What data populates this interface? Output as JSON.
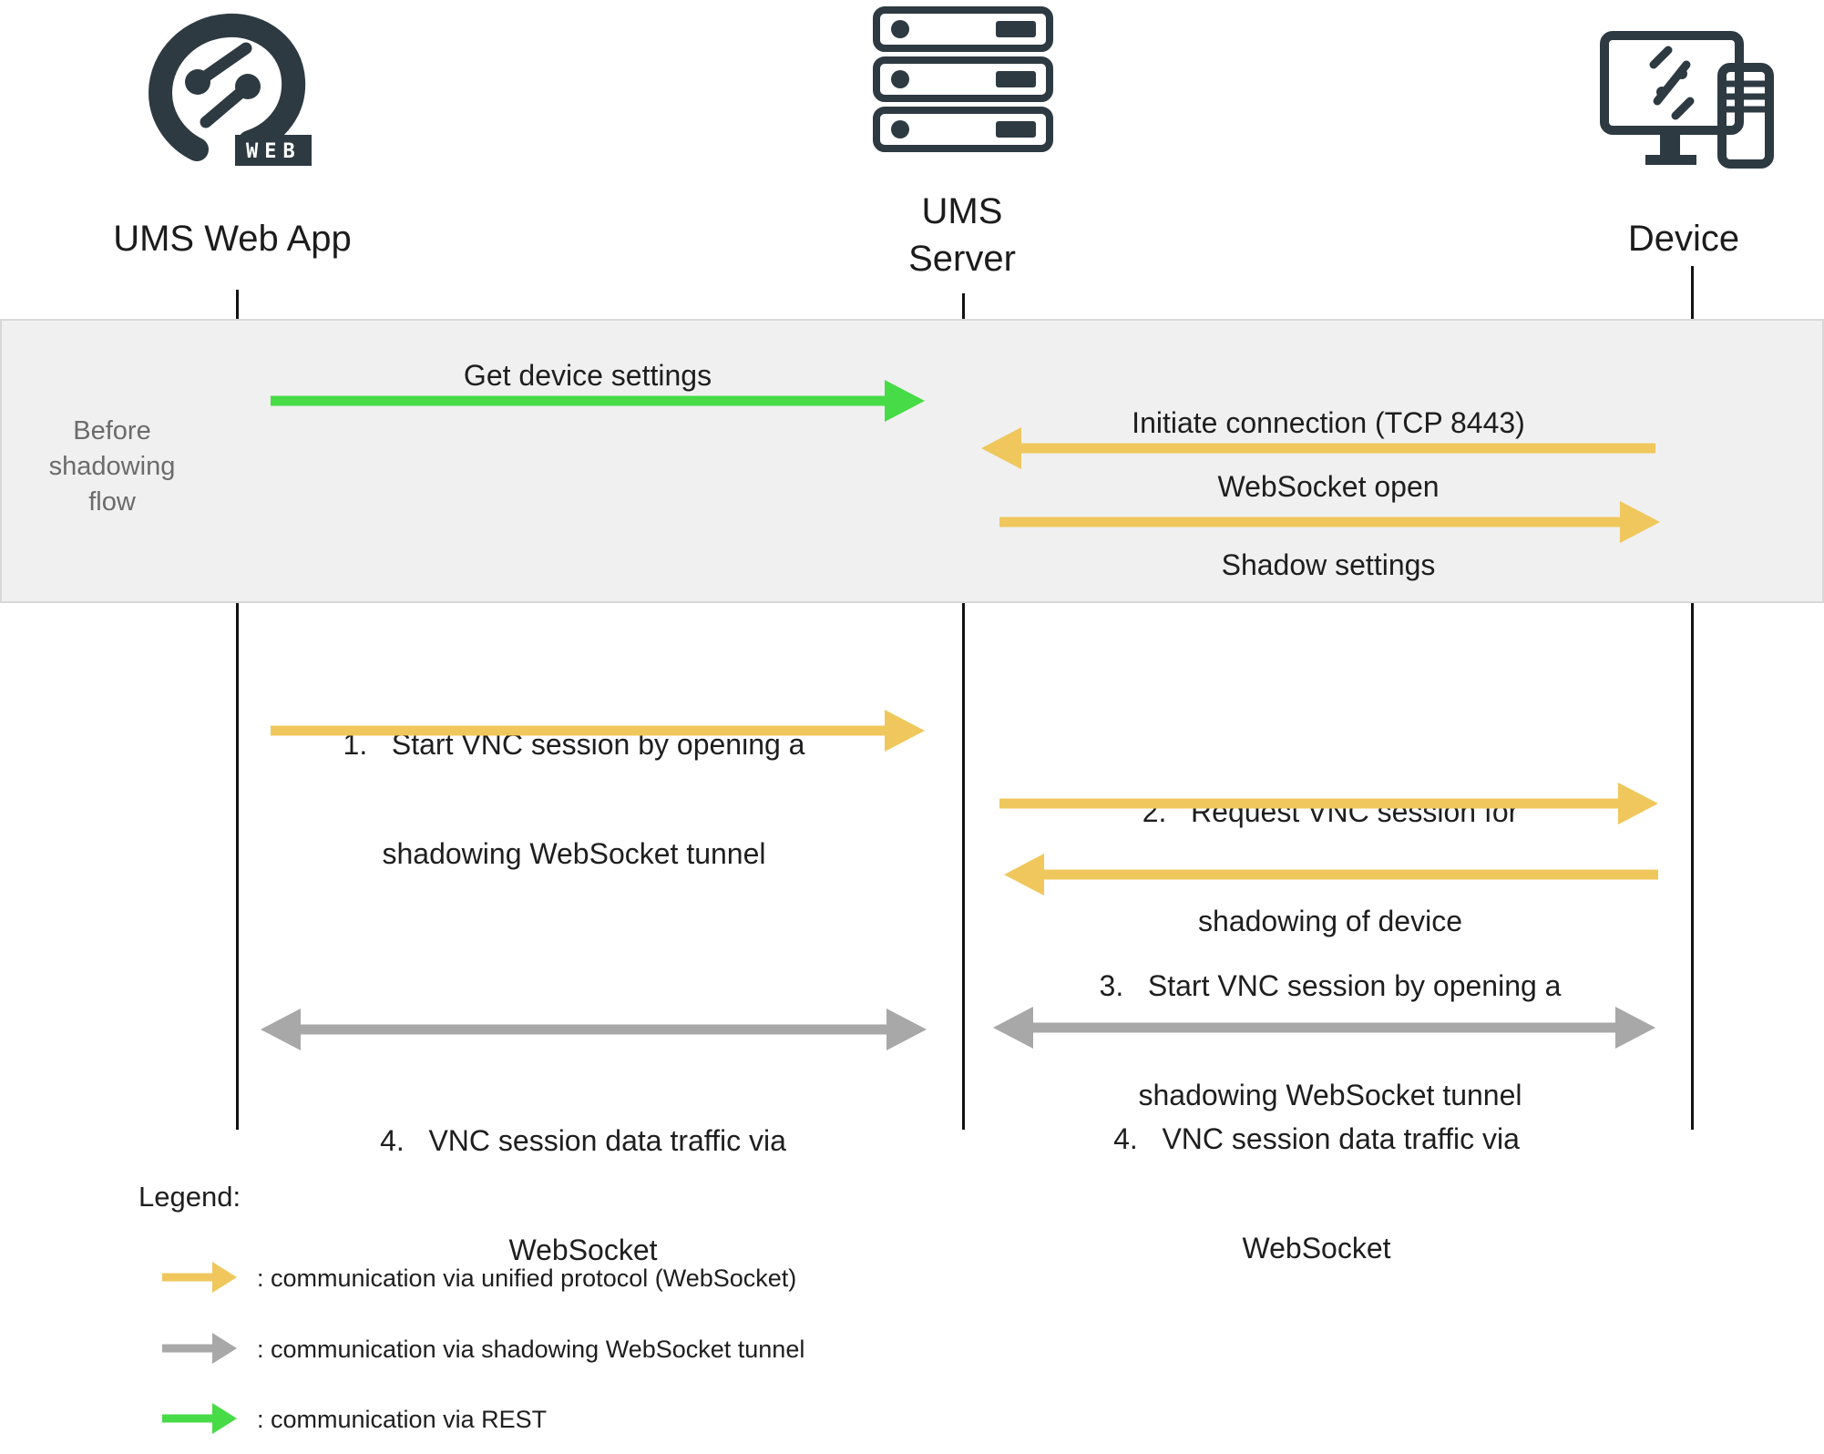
{
  "actors": {
    "web_app": {
      "label": "UMS Web App",
      "badge": "WEB"
    },
    "server": {
      "label_line1": "UMS",
      "label_line2": "Server"
    },
    "device": {
      "label": "Device"
    }
  },
  "band": {
    "label_line1": "Before",
    "label_line2": "shadowing",
    "label_line3": "flow"
  },
  "messages": {
    "get_device_settings": "Get device settings",
    "initiate_connection": "Initiate connection (TCP 8443)",
    "websocket_open": "WebSocket open",
    "shadow_settings": "Shadow settings",
    "m1_line1": "1.   Start VNC session by opening a",
    "m1_line2": "shadowing WebSocket tunnel",
    "m2_line1": "2.   Request VNC session for",
    "m2_line2": "shadowing of device",
    "m3_line1": "3.   Start VNC session by opening a",
    "m3_line2": "shadowing WebSocket tunnel",
    "m4_line1": "4.   VNC session data traffic via",
    "m4_line2": "WebSocket"
  },
  "legend": {
    "title": "Legend:",
    "items": [
      {
        "name": "unified-protocol",
        "label": ": communication via unified protocol (WebSocket)"
      },
      {
        "name": "shadowing-tunnel",
        "label": ": communication via shadowing WebSocket tunnel"
      },
      {
        "name": "rest",
        "label": ": communication via REST"
      }
    ]
  },
  "colors": {
    "unified": "#EFC75C",
    "tunnel": "#A8A8A8",
    "rest": "#47DB47",
    "dark": "#2E3A42",
    "band_bg": "#F0F0F0",
    "band_border": "#D8D8D8",
    "muted": "#6B6B6B"
  }
}
